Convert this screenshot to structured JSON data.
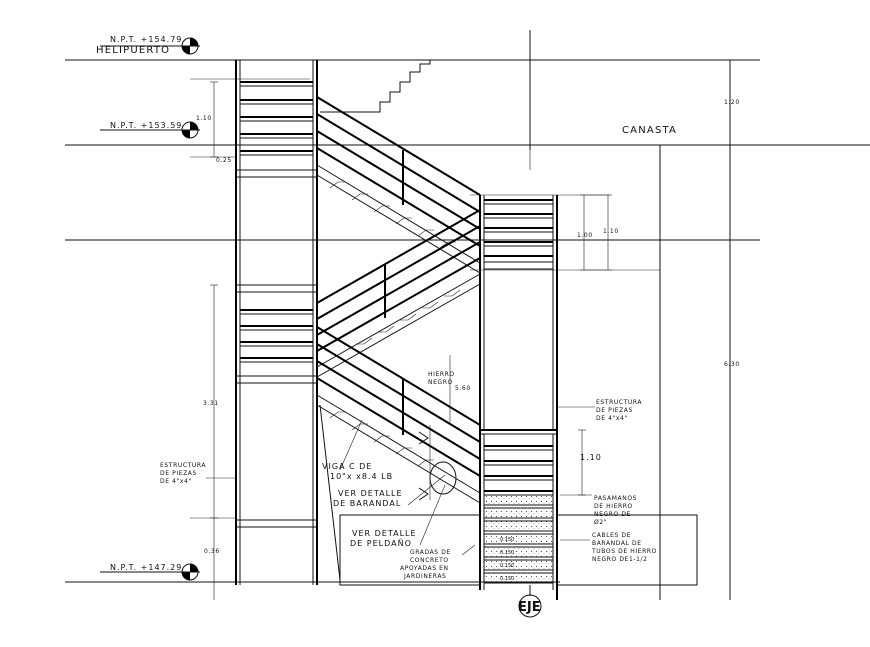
{
  "levels": {
    "top": {
      "label": "N.P.T. +154.79",
      "name": "HELIPUERTO"
    },
    "mid": {
      "label": "N.P.T. +153.59"
    },
    "bottom": {
      "label": "N.P.T. +147.29"
    }
  },
  "zone_label": "CANASTA",
  "axis_tag": "EJE",
  "dimensions": {
    "d_110_top": "1.10",
    "d_025": "0.25",
    "d_331": "3.31",
    "d_036": "0.36",
    "d_100": "1.00",
    "d_110_right": "1.10",
    "d_110_lower": "1.10",
    "d_120": "1.20",
    "d_630": "6.30",
    "d_560": "5.60"
  },
  "notes": {
    "estructura_left": [
      "ESTRUCTURA",
      "DE PIEZAS",
      "DE 4\"x4\""
    ],
    "estructura_right": [
      "ESTRUCTURA",
      "DE PIEZAS",
      "DE 4\"x4\""
    ],
    "viga": [
      "VIGA C DE",
      "10\"x  x8.4 LB"
    ],
    "ver_barandal": [
      "VER DETALLE",
      "DE BARANDAL"
    ],
    "ver_peldano": [
      "VER DETALLE",
      "DE PELDAÑO"
    ],
    "hierro_negro": [
      "HIERRO",
      "NEGRO"
    ],
    "gradas": [
      "GRADAS DE",
      "CONCRETO",
      "APOYADAS EN",
      "JARDINERAS"
    ],
    "pasamanos": [
      "PASAMANOS",
      "DE HIERRO",
      "NEGRO DE",
      "Ø2\""
    ],
    "cables": [
      "CABLES DE",
      "BARANDAL DE",
      "TUBOS DE HIERRO",
      "NEGRO DE1-1/2"
    ]
  },
  "step_marks": [
    "0.150",
    "0.150",
    "0.150",
    "0.150"
  ],
  "colors": {
    "line": "#111111",
    "background": "#ffffff",
    "hatch": "#555555"
  }
}
